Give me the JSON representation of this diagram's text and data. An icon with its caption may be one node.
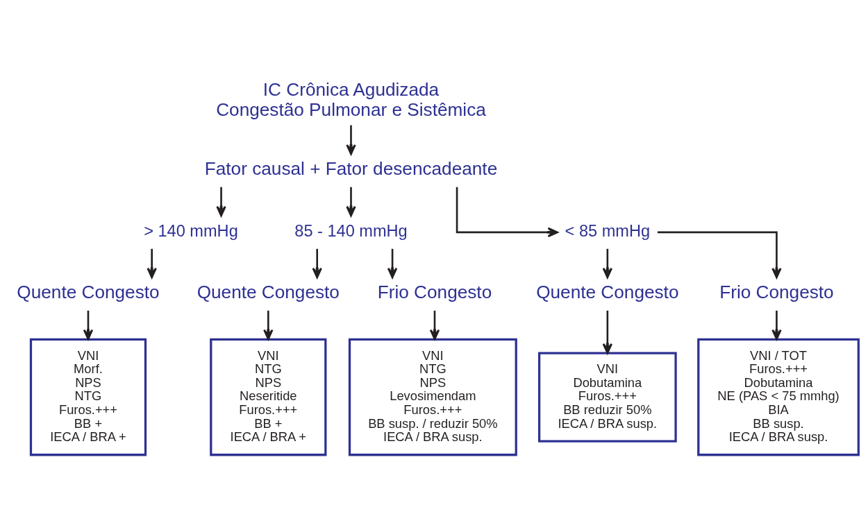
{
  "diagram": {
    "nodes": [
      {
        "text": [
          "IC Crônica Agudizada",
          "Congestão Pulmonar e Sistêmica"
        ]
      },
      {
        "text": [
          "Fator causal + Fator desencadeante"
        ]
      },
      {
        "text": [
          "> 140 mmHg"
        ]
      },
      {
        "text": [
          "85 - 140 mmHg"
        ]
      },
      {
        "text": [
          "< 85 mmHg"
        ]
      },
      {
        "text": [
          "Quente Congesto"
        ]
      },
      {
        "text": [
          "Quente Congesto"
        ]
      },
      {
        "text": [
          "Frio Congesto"
        ]
      },
      {
        "text": [
          "Quente Congesto"
        ]
      },
      {
        "text": [
          "Frio Congesto"
        ]
      },
      {
        "text": [
          "VNI",
          "Morf.",
          "NPS",
          "NTG",
          "Furos.+++",
          "BB +",
          "IECA / BRA +"
        ]
      },
      {
        "text": [
          "VNI",
          "NTG",
          "NPS",
          "Neseritide",
          "Furos.+++",
          "BB +",
          "IECA / BRA +"
        ]
      },
      {
        "text": [
          "VNI",
          "NTG",
          "NPS",
          "Levosimendam",
          "Furos.+++",
          "BB susp. / reduzir 50%",
          "IECA / BRA susp."
        ]
      },
      {
        "text": [
          "VNI",
          "Dobutamina",
          "Furos.+++",
          "BB reduzir 50%",
          "IECA / BRA susp."
        ]
      },
      {
        "text": [
          "VNI / TOT",
          "Furos.+++",
          "Dobutamina",
          "NE (PAS < 75 mmhg)",
          "BIA",
          "BB susp.",
          "IECA / BRA susp."
        ]
      }
    ],
    "edges": [
      {
        "from": 0,
        "to": 1,
        "arrow": "to"
      },
      {
        "from": 1,
        "to": 2,
        "arrow": "to"
      },
      {
        "from": 1,
        "to": 3,
        "arrow": "to"
      },
      {
        "from": 1,
        "to": 4,
        "arrow": "to"
      },
      {
        "from": 2,
        "to": 5,
        "arrow": "to"
      },
      {
        "from": 3,
        "to": 6,
        "arrow": "to"
      },
      {
        "from": 3,
        "to": 7,
        "arrow": "to"
      },
      {
        "from": 4,
        "to": 8,
        "arrow": "to"
      },
      {
        "from": 4,
        "to": 9,
        "arrow": "to"
      },
      {
        "from": 5,
        "to": 10,
        "arrow": "to"
      },
      {
        "from": 6,
        "to": 11,
        "arrow": "to"
      },
      {
        "from": 7,
        "to": 12,
        "arrow": "to"
      },
      {
        "from": 8,
        "to": 13,
        "arrow": "to"
      },
      {
        "from": 9,
        "to": 14,
        "arrow": "to"
      }
    ]
  }
}
